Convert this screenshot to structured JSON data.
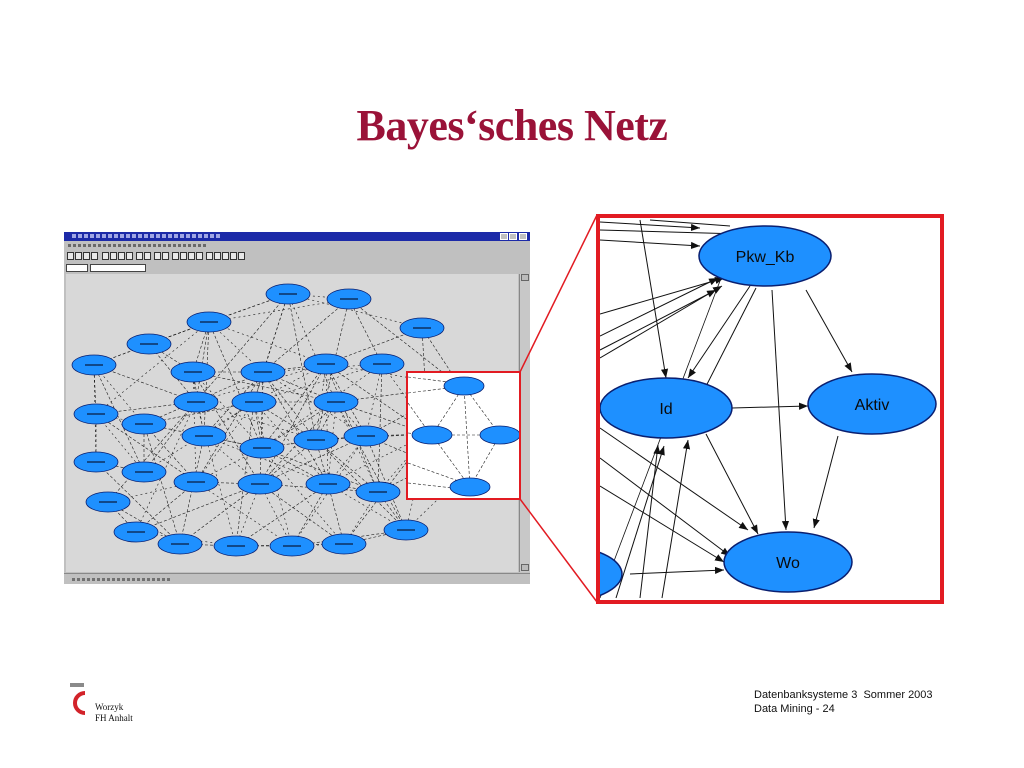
{
  "title": "Bayes‘sches Netz",
  "colors": {
    "title": "#9a1238",
    "node_fill": "#1e90ff",
    "node_stroke": "#0a1f70",
    "highlight": "#e21b22",
    "titlebar": "#1c2aa8"
  },
  "zoom_view": {
    "nodes": [
      {
        "id": "pkw_kb",
        "label": "Pkw_Kb"
      },
      {
        "id": "id",
        "label": "Id"
      },
      {
        "id": "aktiv",
        "label": "Aktiv"
      },
      {
        "id": "wo",
        "label": "Wo"
      },
      {
        "id": "partial",
        "label": ""
      }
    ],
    "edges": [
      [
        "pkw_kb",
        "aktiv"
      ],
      [
        "pkw_kb",
        "id"
      ],
      [
        "pkw_kb",
        "wo"
      ],
      [
        "id",
        "aktiv"
      ],
      [
        "id",
        "wo"
      ],
      [
        "partial",
        "wo"
      ]
    ]
  },
  "overview_screenshot": {
    "icon": "bayes-network-app-window"
  },
  "footer": {
    "logo_icon": "fh-anhalt-logo",
    "author": "Worzyk",
    "org": "FH Anhalt",
    "course": "Datenbanksysteme 3  Sommer 2003",
    "page": "Data Mining - 24"
  }
}
